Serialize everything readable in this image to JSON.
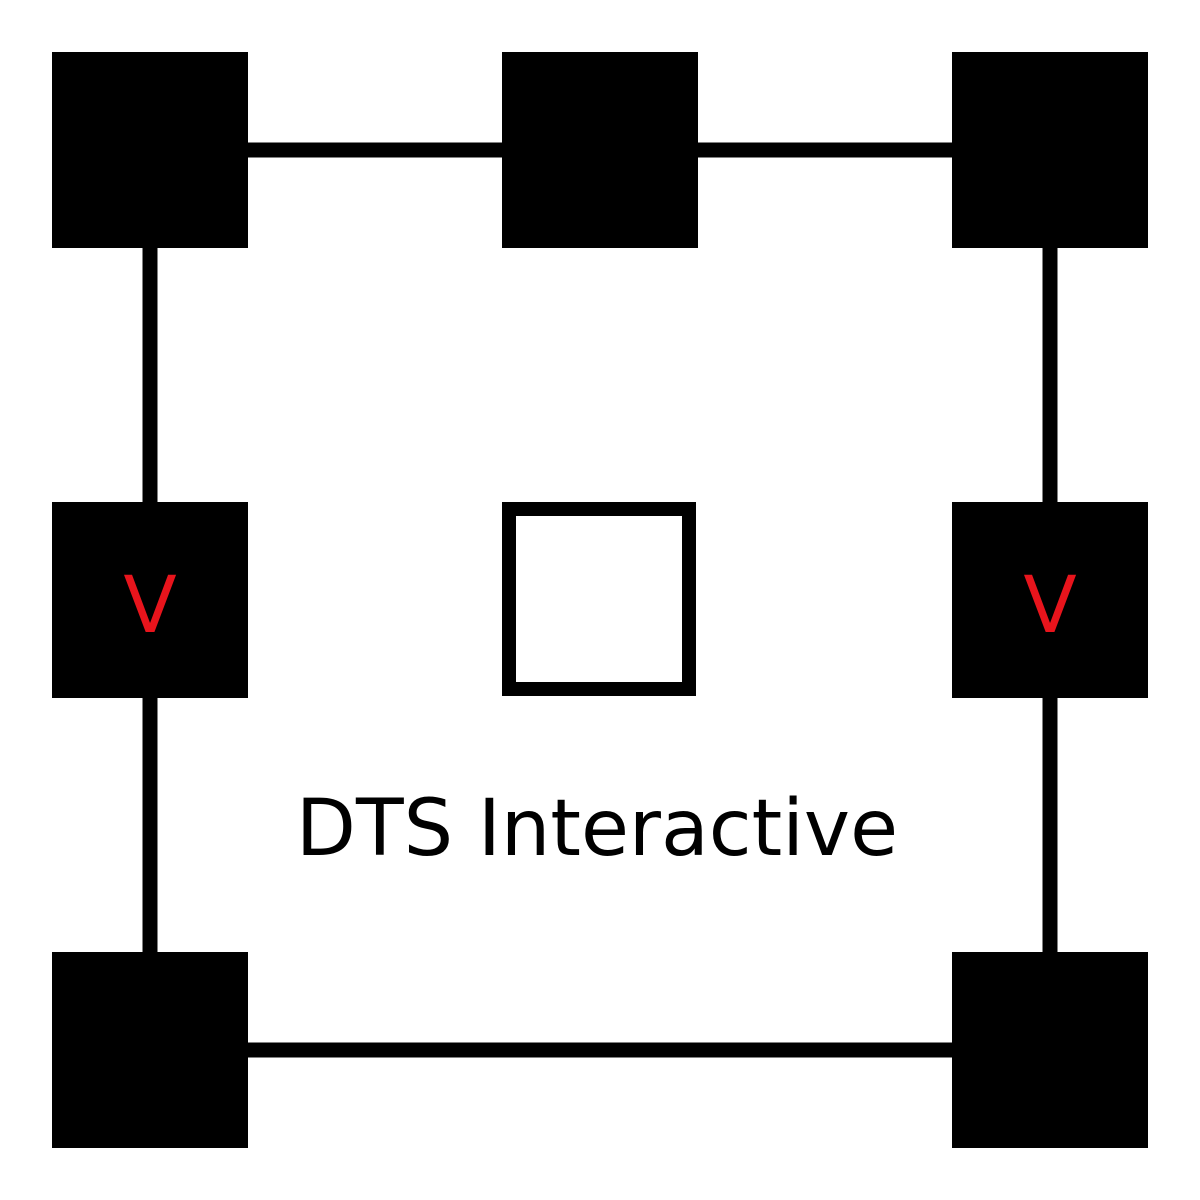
{
  "diagram": {
    "caption": "DTS Interactive",
    "speaker_left_label": "V",
    "speaker_right_label": "V",
    "colors": {
      "background": "#ffffff",
      "node_fill": "#000000",
      "line": "#000000",
      "label_accent": "#e8141c",
      "caption_text": "#000000"
    }
  }
}
